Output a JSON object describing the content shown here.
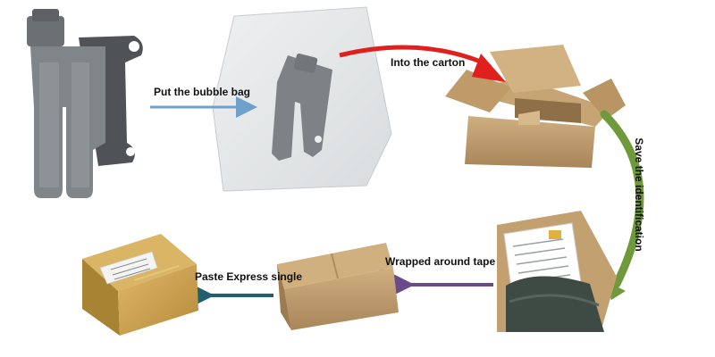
{
  "steps": {
    "bubble_bag": "Put the bubble bag",
    "carton": "Into the carton",
    "identification": "Save the identification",
    "tape": "Wrapped around tape",
    "express": "Paste Express single"
  },
  "colors": {
    "arrow_blue": "#6fa0cc",
    "arrow_red": "#e0201c",
    "arrow_green": "#6f9a3a",
    "arrow_purple": "#6a4a8a",
    "arrow_teal": "#1f5f6e",
    "kraft": "#b89466",
    "part_gray": "#7a7f84"
  }
}
